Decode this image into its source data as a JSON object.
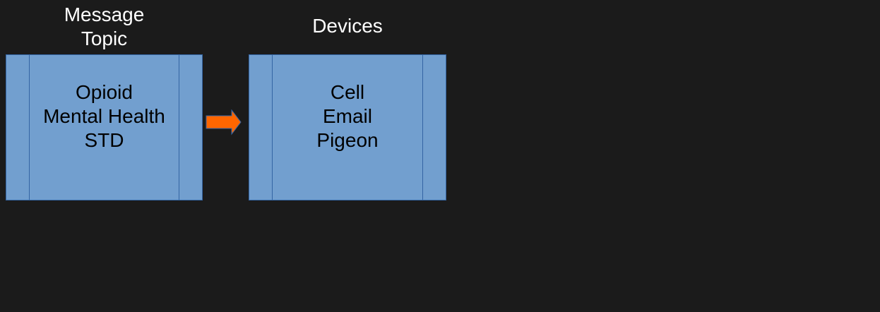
{
  "diagram": {
    "nodes": [
      {
        "id": "topic",
        "title_lines": [
          "Message",
          "Topic"
        ],
        "items": [
          "Opioid",
          "Mental Health",
          "STD"
        ]
      },
      {
        "id": "devices",
        "title_lines": [
          "Devices"
        ],
        "items": [
          "Cell",
          "Email",
          "Pigeon"
        ]
      }
    ],
    "edges": [
      {
        "from": "topic",
        "to": "devices",
        "icon": "right-arrow-icon",
        "color": "#ff6600"
      }
    ],
    "colors": {
      "background": "#1b1b1b",
      "box_fill": "#729fcf",
      "box_border": "#3465a4",
      "arrow": "#ff6600"
    }
  }
}
